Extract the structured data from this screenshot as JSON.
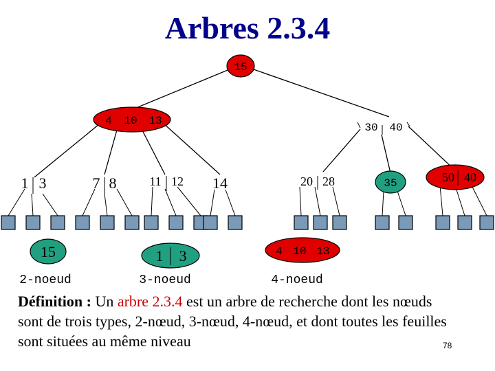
{
  "title": "Arbres 2.3.4",
  "colors": {
    "red": "#e00000",
    "green": "#20a080",
    "leaf": "#7a9ab8",
    "title": "#00008b",
    "accent": "#cc0000"
  },
  "tree": {
    "root": {
      "keys": [
        "15"
      ]
    },
    "level1": [
      {
        "id": "n1",
        "keys": [
          "4",
          "10",
          "13"
        ]
      },
      {
        "id": "n2",
        "keys": [
          "30",
          "40"
        ]
      }
    ],
    "level2": [
      {
        "id": "a",
        "keys": [
          "1",
          "3"
        ]
      },
      {
        "id": "b",
        "keys": [
          "7",
          "8"
        ]
      },
      {
        "id": "c",
        "keys": [
          "11",
          "12"
        ]
      },
      {
        "id": "d",
        "keys": [
          "14"
        ]
      },
      {
        "id": "e",
        "keys": [
          "20",
          "28"
        ]
      },
      {
        "id": "f",
        "keys": [
          "35"
        ]
      },
      {
        "id": "g",
        "keys": [
          "50",
          "40"
        ]
      }
    ]
  },
  "examples": {
    "two": {
      "keys": [
        "15"
      ],
      "label": "2-noeud"
    },
    "three": {
      "keys": [
        "1",
        "3"
      ],
      "label": "3-noeud"
    },
    "four": {
      "keys": [
        "4",
        "10",
        "13"
      ],
      "label": "4-noeud"
    }
  },
  "definition": {
    "prefix": "Définition : ",
    "text1": "Un ",
    "term": "arbre 2.3.4",
    "text2": "   est un arbre de recherche dont les nœuds sont de trois types, 2-nœud, 3-nœud, 4-nœud, et dont toutes les feuilles sont situées au même niveau"
  },
  "page_number": "78"
}
